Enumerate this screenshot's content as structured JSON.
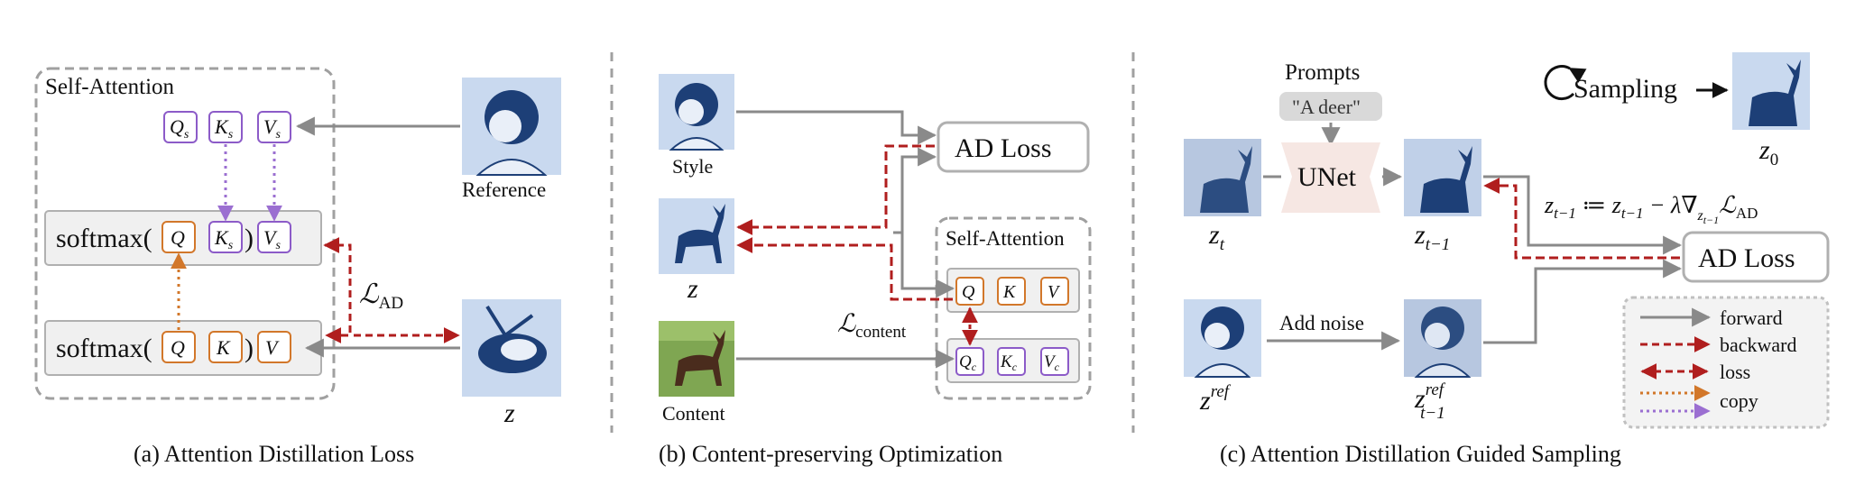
{
  "panel_a": {
    "self_attention_title": "Self-Attention",
    "qs": "Q",
    "qs_sub": "s",
    "ks": "K",
    "ks_sub": "s",
    "vs": "V",
    "vs_sub": "s",
    "softmax": "softmax(",
    "q": "Q",
    "k": "K",
    "v": "V",
    "loss_main": "ℒ",
    "loss_sub": "AD",
    "reference_label": "Reference",
    "z_label": "z",
    "caption": "(a) Attention Distillation Loss"
  },
  "panel_b": {
    "style_label": "Style",
    "z_label": "z",
    "content_label": "Content",
    "ad_loss": "AD Loss",
    "self_attention_title": "Self-Attention",
    "q": "Q",
    "k": "K",
    "v": "V",
    "qc": "Q",
    "kc": "K",
    "vc": "V",
    "c_sub": "c",
    "loss_main": "ℒ",
    "loss_sub": "content",
    "caption": "(b) Content-preserving Optimization"
  },
  "panel_c": {
    "prompts_title": "Prompts",
    "prompt_text": "\"A deer\"",
    "unet": "UNet",
    "sampling": "Sampling",
    "z0_main": "z",
    "z0_sub": "0",
    "zt_main": "z",
    "zt_sub": "t",
    "zt1_main": "z",
    "zt1_sub": "t−1",
    "update_formula": "z",
    "ad_loss": "AD Loss",
    "add_noise": "Add noise",
    "zref_main": "z",
    "zref_sup": "ref",
    "zref1_main": "z",
    "zref1_sup": "ref",
    "zref1_sub": "t−1",
    "caption": "(c) Attention Distillation Guided Sampling"
  },
  "legend": {
    "items": [
      {
        "label": "forward",
        "style": "gray-solid",
        "color": "#8a8a8a"
      },
      {
        "label": "backward",
        "style": "red-dashed",
        "color": "#b01e1e"
      },
      {
        "label": "loss",
        "style": "red-dashed-double",
        "color": "#b01e1e"
      },
      {
        "label": "copy",
        "style": "orange-dotted",
        "color": "#d2772a"
      },
      {
        "label": "copy",
        "style": "purple-dotted",
        "color": "#9b6fd1"
      }
    ]
  },
  "colors": {
    "forward": "#8a8a8a",
    "backward": "#b01e1e",
    "copy_orange": "#d2772a",
    "copy_purple": "#9b6fd1",
    "box_fill": "#f0f0f0",
    "box_border": "#b0b0b0",
    "image_bg": "#c9d9ef",
    "ink": "#1d3f77"
  }
}
